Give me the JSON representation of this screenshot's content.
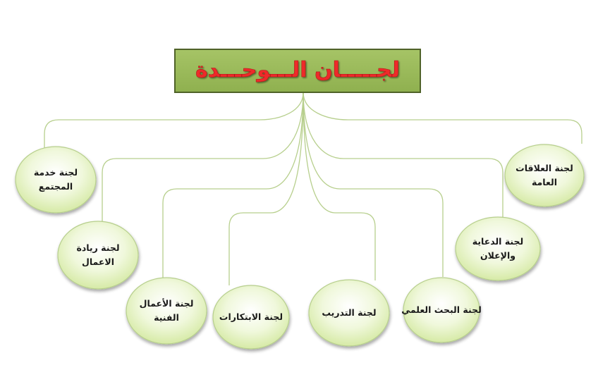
{
  "diagram": {
    "title": "لجـــــان الـــوحـــدة",
    "colors": {
      "title_box_fill": "#9bbb59",
      "title_box_border": "#4f6228",
      "title_text": "#ee2a2a",
      "connector": "#b7cf8d",
      "node_fill": "#ebf5d0",
      "node_border": "#b7cf8d"
    },
    "nodes": [
      {
        "lines": [
          "لجنة خدمة",
          "المجتمع"
        ]
      },
      {
        "lines": [
          "لجنة ريادة",
          "الاعمال"
        ]
      },
      {
        "lines": [
          "لجنة  الأعمال",
          "الفنية"
        ]
      },
      {
        "lines": [
          "لجنة الابتكارات"
        ]
      },
      {
        "lines": [
          "لجنة التدريب"
        ]
      },
      {
        "lines": [
          "لجنة البحث العلمي"
        ]
      },
      {
        "lines": [
          "لجنة الدعاية",
          "والإعلان"
        ]
      },
      {
        "lines": [
          "لجنة العلاقات",
          "العامة"
        ]
      }
    ]
  }
}
